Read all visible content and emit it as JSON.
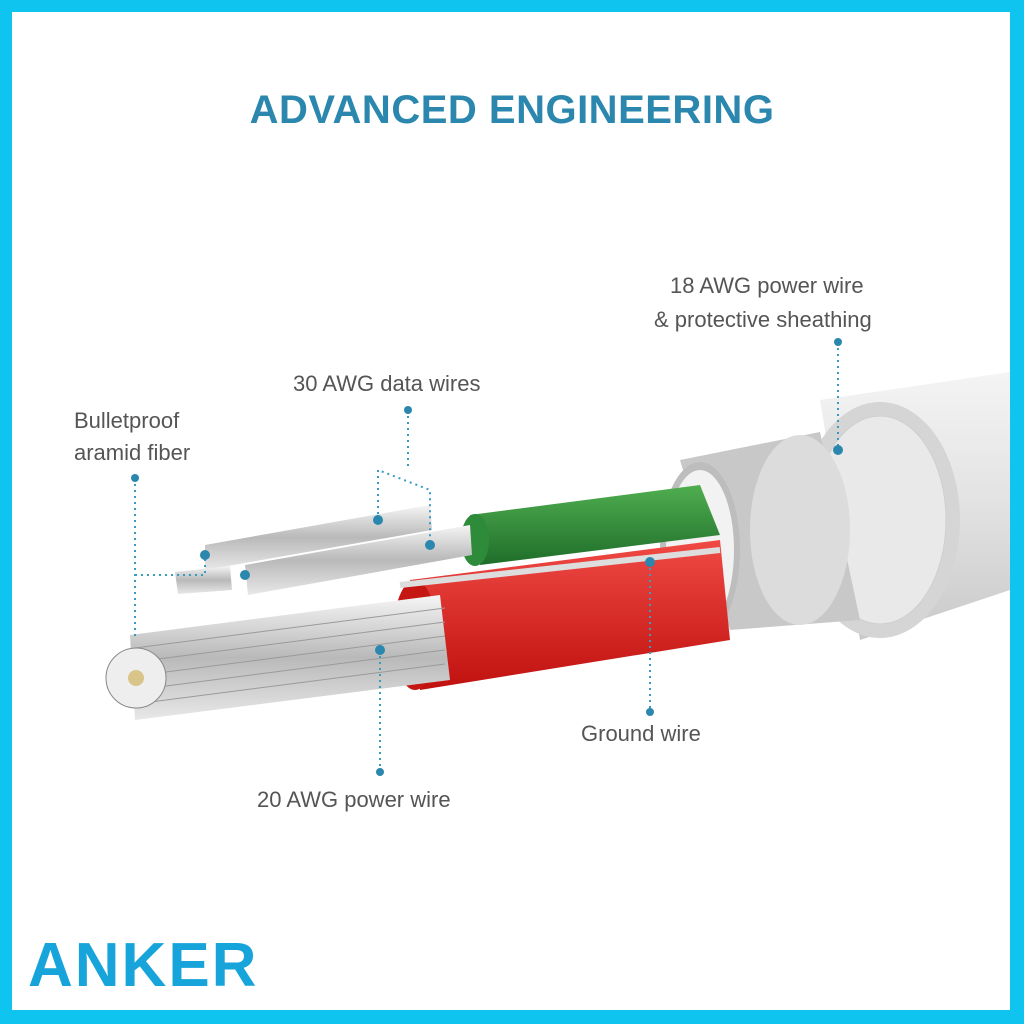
{
  "title": "ADVANCED ENGINEERING",
  "labels": {
    "power18_line1": "18 AWG power wire",
    "power18_line2": "& protective sheathing",
    "data30": "30 AWG data wires",
    "aramid_line1": "Bulletproof",
    "aramid_line2": "aramid fiber",
    "ground": "Ground wire",
    "power20": "20 AWG power wire"
  },
  "brand": "ANKER",
  "colors": {
    "border": "#10c4f0",
    "title": "#2b87ad",
    "logo": "#17a4da",
    "green": "#2e8b3a",
    "red": "#e0201e"
  }
}
